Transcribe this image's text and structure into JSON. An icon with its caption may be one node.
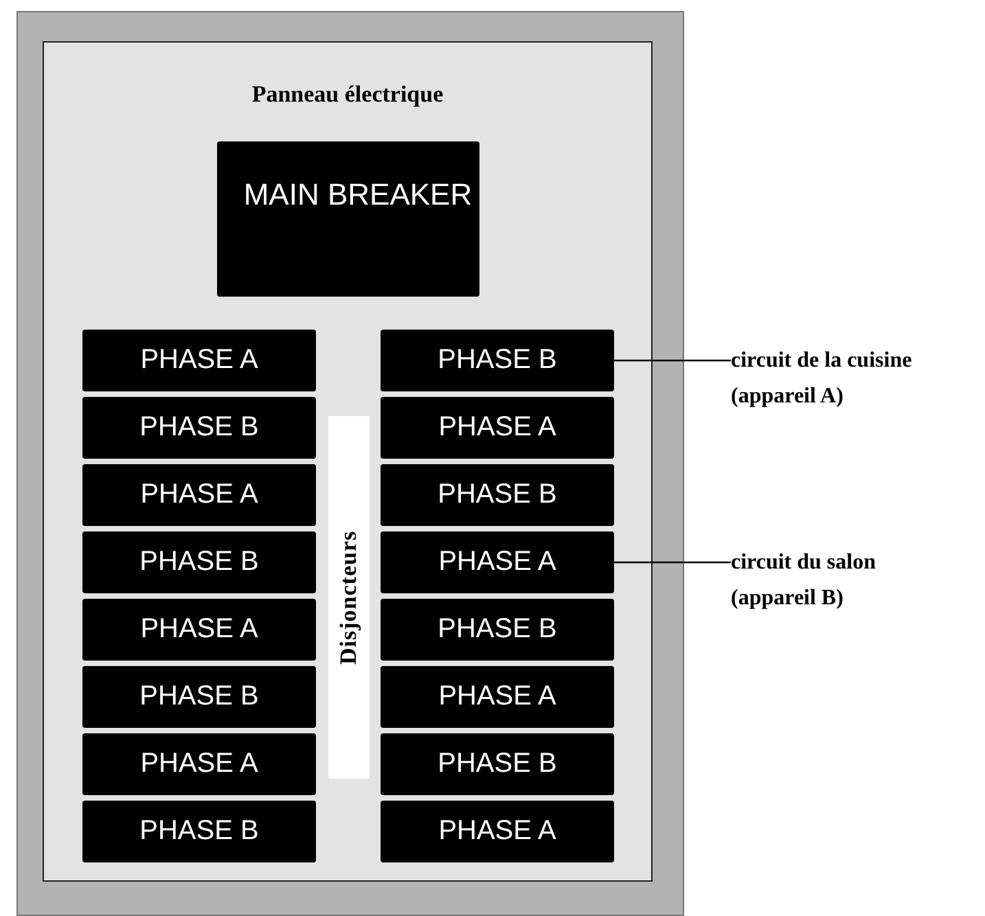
{
  "diagram": {
    "nodes": [
      {
        "text": [
          "Panneau électrique"
        ]
      },
      {
        "text": [
          "MAIN BREAKER"
        ],
        "in": 0
      },
      {
        "text": [
          "PHASE A"
        ],
        "in": 0
      },
      {
        "text": [
          "PHASE B"
        ],
        "in": 0
      },
      {
        "text": [
          "PHASE B"
        ],
        "in": 0
      },
      {
        "text": [
          "PHASE A"
        ],
        "in": 0
      },
      {
        "text": [
          "PHASE A"
        ],
        "in": 0
      },
      {
        "text": [
          "PHASE B"
        ],
        "in": 0
      },
      {
        "text": [
          "PHASE B"
        ],
        "in": 0
      },
      {
        "text": [
          "PHASE A"
        ],
        "in": 0
      },
      {
        "text": [
          "PHASE A"
        ],
        "in": 0
      },
      {
        "text": [
          "PHASE B"
        ],
        "in": 0
      },
      {
        "text": [
          "PHASE B"
        ],
        "in": 0
      },
      {
        "text": [
          "PHASE A"
        ],
        "in": 0
      },
      {
        "text": [
          "PHASE A"
        ],
        "in": 0
      },
      {
        "text": [
          "PHASE B"
        ],
        "in": 0
      },
      {
        "text": [
          "PHASE B"
        ],
        "in": 0
      },
      {
        "text": [
          "PHASE A"
        ],
        "in": 0
      },
      {
        "text": [
          "Disjoncteurs"
        ],
        "in": 0
      },
      {
        "text": [
          "circuit de la cuisine (appareil A)"
        ]
      },
      {
        "text": [
          "circuit du salon (appareil B)"
        ]
      }
    ],
    "edges": [
      {
        "from": 19,
        "to": 3,
        "arrow": "none"
      },
      {
        "from": 20,
        "to": 9,
        "arrow": "none"
      }
    ]
  }
}
